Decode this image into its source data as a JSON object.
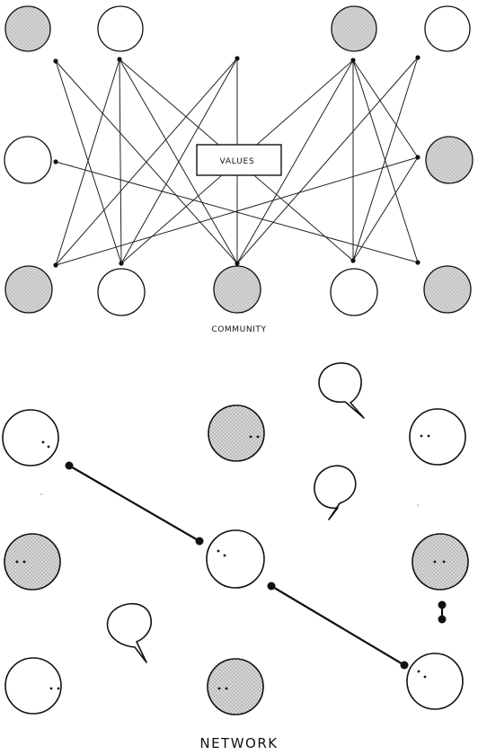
{
  "diagram": {
    "community_title": "COMMUNITY",
    "network_title": "NETWORK",
    "center_label": "VALUES"
  },
  "style": {
    "stroke": "#111111",
    "fill_shaded": "#d2d2d2",
    "fill_plain": "#ffffff"
  }
}
